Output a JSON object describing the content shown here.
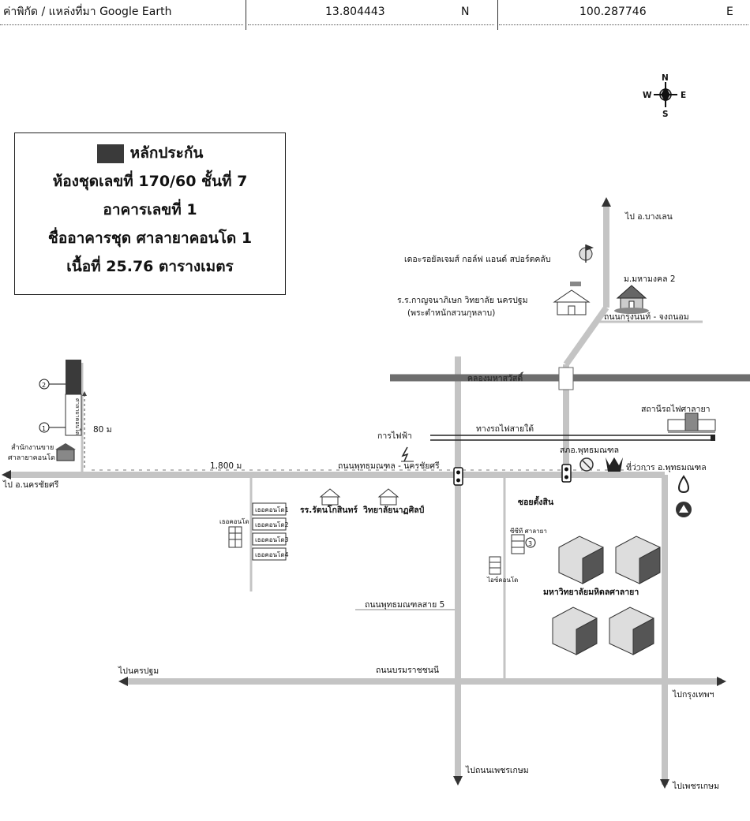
{
  "coord_bar": {
    "label": "ค่าพิกัด / แหล่งที่มา Google Earth",
    "latitude": "13.804443",
    "lat_dir": "N",
    "longitude": "100.287746",
    "lon_dir": "E"
  },
  "compass": {
    "n": "N",
    "s": "S",
    "e": "E",
    "w": "W"
  },
  "info_box": {
    "legend_label": "หลักประกัน",
    "line2": "ห้องชุดเลขที่ 170/60 ชั้นที่ 7",
    "line3": "อาคารเลขที่ 1",
    "line4": "ชื่ออาคารชุด ศาลายาคอนโด 1",
    "line5": "เนื้อที่ 25.76  ตารางเมตร"
  },
  "labels": {
    "to_bang_len": "ไป อ.บางเลน",
    "golf_club": "เดอะรอยัลเจมส์ กอล์ฟ แอนด์ สปอร์ตคลับ",
    "school_line1": "ร.ร.กาญจนาภิเษก วิทยาลัย นครปฐม",
    "school_line2": "(พระตำหนักสวนกุหลาบ)",
    "mahidol_village": "ม.มหามงคล 2",
    "krungnon_road": "ถนนกรุงนนท์ - จงถนอม",
    "canal": "คลองมหาสวัสดิ์",
    "station": "สถานีรถไฟศาลายา",
    "railway": "ทางรถไฟสายใต้",
    "electricity": "การไฟฟ้า",
    "main_road": "ถนนพุทธมณฑล - นครชัยศรี",
    "police": "สภอ.พุทธมณฑล",
    "district_office": "ที่ว่าการ อ.พุทธมณฑล",
    "to_nakhon_chai_si": "ไป อ.นครชัยศรี",
    "sales_office_1": "สำนักงานขาย",
    "sales_office_2": "ศาลายาคอนโด",
    "dist_80": "80 ม",
    "dist_1800": "1,800 ม",
    "marker1": "1",
    "marker2": "2",
    "marker3": "3",
    "salaya_condo_side": "ศาลายาคอนโด",
    "condo_main": "เธอคอนโด",
    "condo_1": "เธอคอนโด1",
    "condo_2": "เธอคอนโด2",
    "condo_3": "เธอคอนโด3",
    "condo_4": "เธอคอนโด4",
    "rattana_school": "รร.รัตนโกสินทร์",
    "natasil_college": "วิทยาลัยนาฏศิลป์",
    "soi_tang_sin": "ซอยตั้งสิน",
    "cc_salaya": "ซีซีที ศาลายา",
    "ice_condo": "ไอซ์คอนโด",
    "mahidol_univ": "มหาวิทยาลัยมหิดลศาลายา",
    "phutthamonthon_5": "ถนนพุทธมณฑลสาย 5",
    "borommaratchachonnani": "ถนนบรมราชชนนี",
    "to_nakhon_pathom": "ไปนครปฐม",
    "to_bangkok": "ไปกรุงเทพฯ",
    "to_phetkasem_road": "ไปถนนเพชรเกษม",
    "to_phetkasem": "ไปเพชรเกษม"
  }
}
